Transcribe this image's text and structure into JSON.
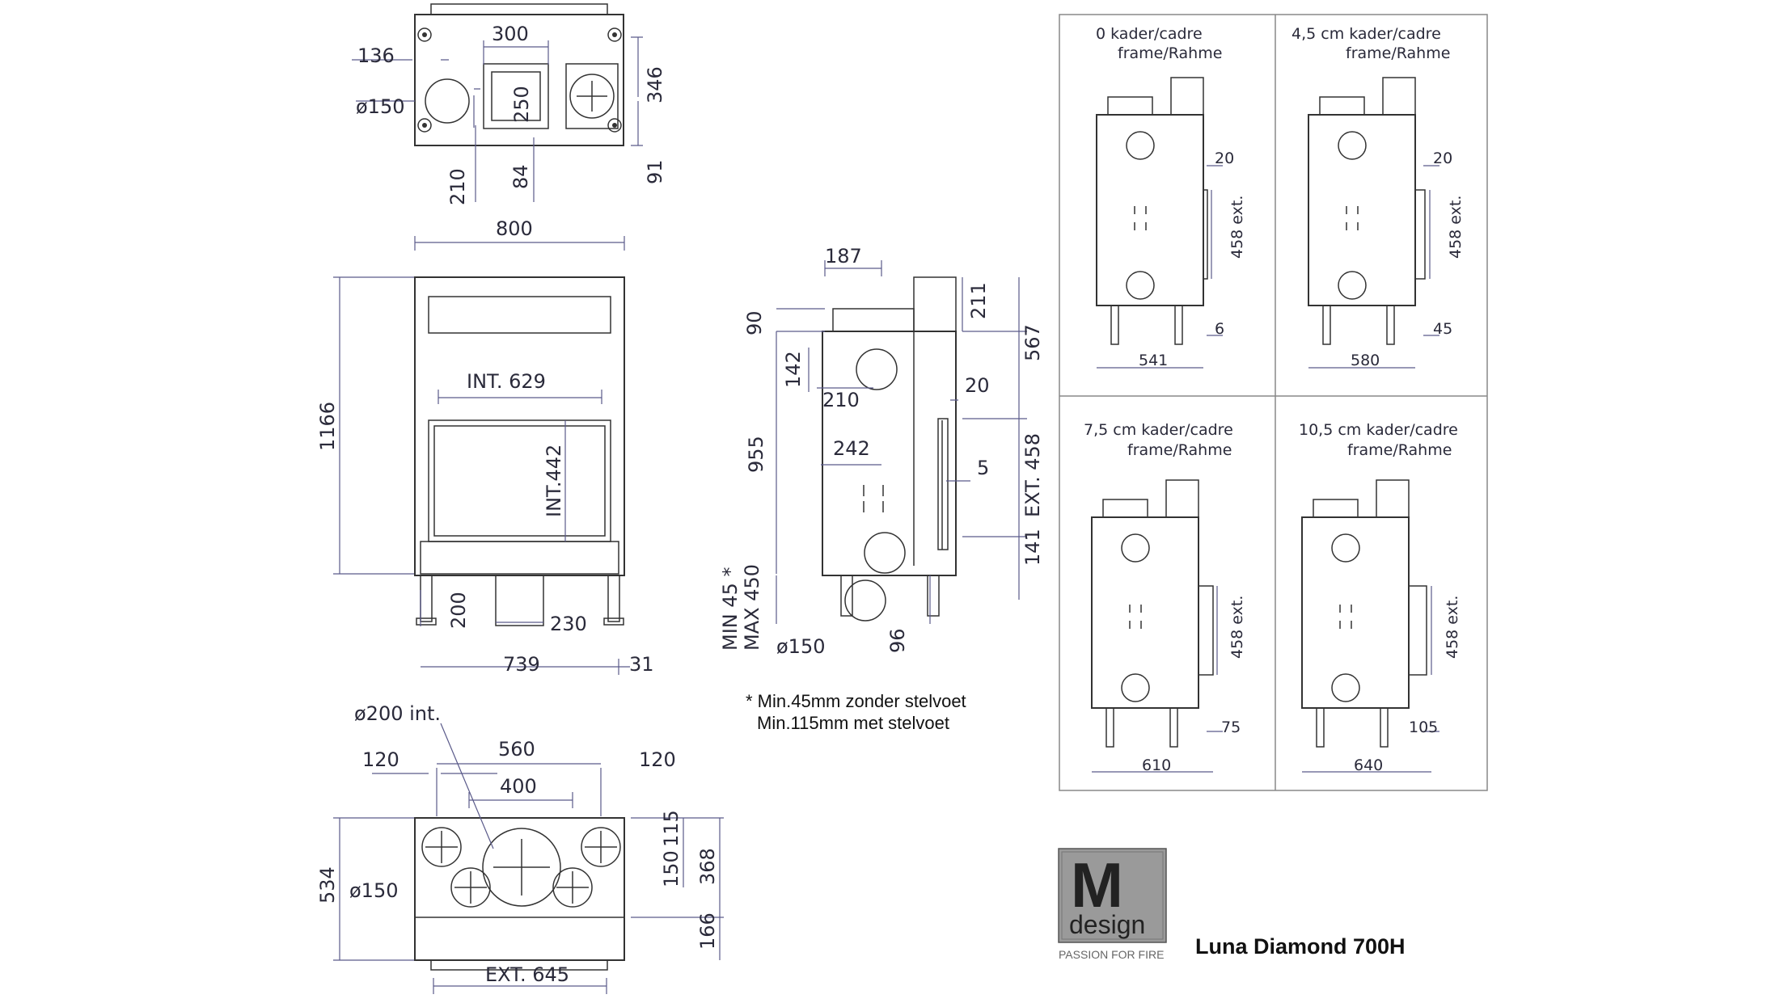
{
  "top_view": {
    "d1": "300",
    "d2": "136",
    "d3": "ø150",
    "d4": "250",
    "d5": "346",
    "d6": "210",
    "d7": "84",
    "d8": "91"
  },
  "front_view": {
    "width": "800",
    "height": "1166",
    "int_w": "INT. 629",
    "int_h": "INT.442",
    "leg": "200",
    "flue": "230",
    "base": "739",
    "edge": "31"
  },
  "side_view": {
    "d187": "187",
    "d211": "211",
    "d90": "90",
    "d567": "567",
    "d142": "142",
    "d210": "210",
    "d20": "20",
    "d955": "955",
    "d242": "242",
    "d5": "5",
    "ext458": "EXT. 458",
    "d141": "141",
    "min45": "MIN 45 *",
    "max450": "MAX 450",
    "d150": "ø150",
    "d96": "96"
  },
  "note": {
    "line1": "* Min.45mm zonder stelvoet",
    "line2": "Min.115mm met stelvoet"
  },
  "bottom_view": {
    "d200int": "ø200 int.",
    "d120a": "120",
    "d560": "560",
    "d120b": "120",
    "d400": "400",
    "d534": "534",
    "d150": "ø150",
    "d115": "115",
    "d150b": "150",
    "d368": "368",
    "d166": "166",
    "ext645": "EXT. 645"
  },
  "frames": [
    {
      "title": "0  kader/cadre",
      "title2": "frame/Rahme",
      "d_top": "20",
      "ext": "458 ext.",
      "d_side": "6",
      "width": "541"
    },
    {
      "title": "4,5 cm  kader/cadre",
      "title2": "frame/Rahme",
      "d_top": "20",
      "ext": "458 ext.",
      "d_side": "45",
      "width": "580"
    },
    {
      "title": "7,5 cm kader/cadre",
      "title2": "frame/Rahme",
      "ext": "458 ext.",
      "d_side": "75",
      "width": "610"
    },
    {
      "title": "10,5 cm kader/cadre",
      "title2": "frame/Rahme",
      "ext": "458 ext.",
      "d_side": "105",
      "width": "640"
    }
  ],
  "logo": {
    "letter": "M",
    "word": "design",
    "tagline": "PASSION FOR FIRE"
  },
  "product": "Luna Diamond 700H",
  "colors": {
    "line": "#333333",
    "dimension": "#5a5a8a",
    "logo_bg": "#9a9a9a"
  }
}
